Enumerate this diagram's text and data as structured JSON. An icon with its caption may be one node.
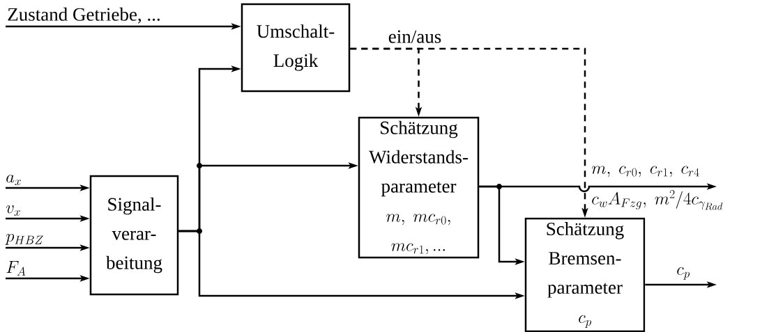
{
  "diagram": {
    "nodes": [
      {
        "text": [
          "Umschalt-Logik"
        ]
      },
      {
        "text": [
          "Signal-verar-beitung"
        ]
      },
      {
        "text": [
          "Schätzung Widerstands-parameter",
          "m,\\ mc_{r0},\\allowbreak\\ mc_{r1},..."
        ]
      },
      {
        "text": [
          "Schätzung Bremsen-parameter",
          "c_p"
        ]
      }
    ],
    "edges": [
      {
        "from": null,
        "to": 0,
        "arrow": "to",
        "label": "Zustand Getriebe, ..."
      },
      {
        "from": null,
        "to": 1,
        "arrow": "to",
        "label": "a_x"
      },
      {
        "from": null,
        "to": 1,
        "arrow": "to",
        "label": "v_x"
      },
      {
        "from": null,
        "to": 1,
        "arrow": "to",
        "label": "p_{HBZ}"
      },
      {
        "from": null,
        "to": 1,
        "arrow": "to",
        "label": "F_A"
      },
      {
        "from": 1,
        "to": 0,
        "arrow": "to"
      },
      {
        "from": 1,
        "to": 2,
        "arrow": "to"
      },
      {
        "from": 1,
        "to": 3,
        "arrow": "to"
      },
      {
        "from": 2,
        "to": 3,
        "arrow": "to"
      },
      {
        "from": 2,
        "to": null,
        "arrow": "to",
        "label": "m,\\ c_{r0},\\ c_{r1},\\ c_{r4}\\allowbreak\\ c_w A_{Fzg},\\ m^2/4c_{\\gamma_{Rad}}"
      },
      {
        "from": 0,
        "to": 2,
        "arrow": "to",
        "style": "dashed",
        "label": "ein/aus"
      },
      {
        "from": 0,
        "to": 3,
        "arrow": "to",
        "style": "dashed"
      },
      {
        "from": 3,
        "to": null,
        "arrow": "to",
        "label": "c_p"
      }
    ]
  }
}
